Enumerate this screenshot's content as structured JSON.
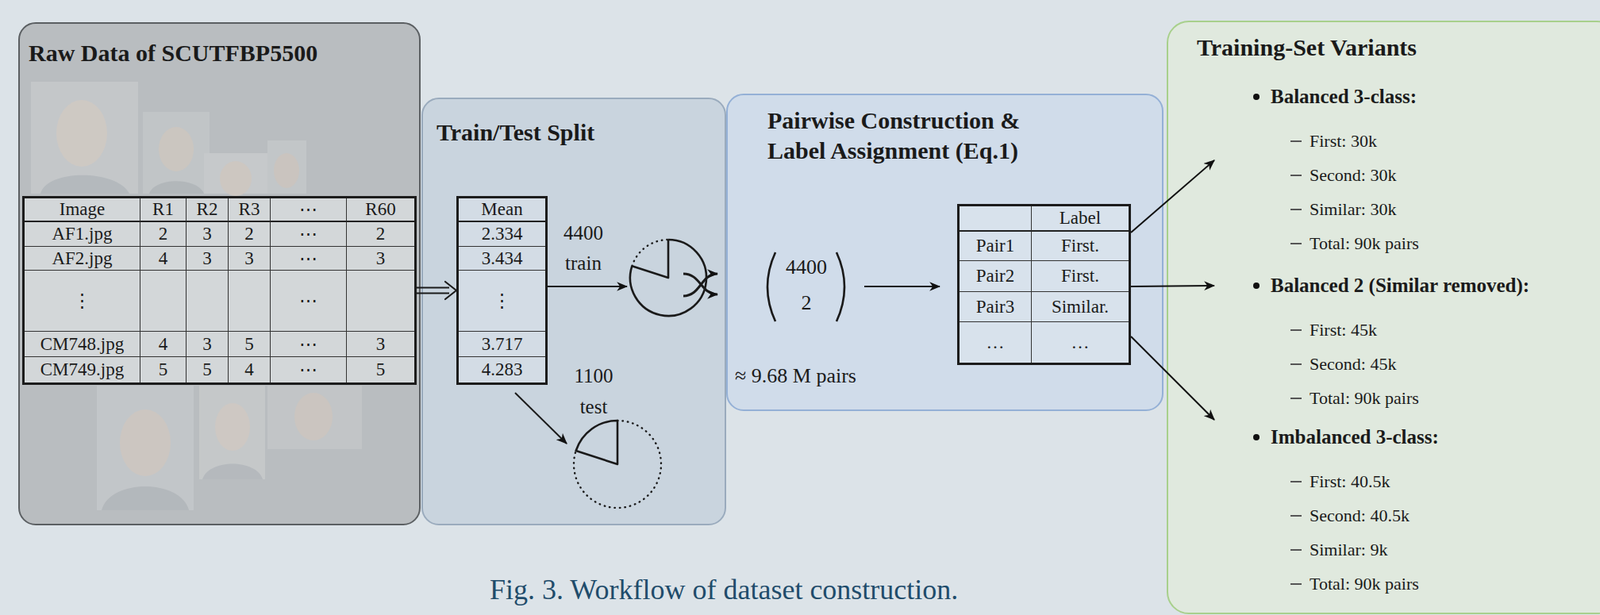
{
  "diagram": {
    "caption": "Fig. 3. Workflow of dataset construction.",
    "nodes": [
      {
        "text": [
          "Raw Data of SCUTFBP5500"
        ]
      },
      {
        "text": [
          "Image",
          "R1",
          "R2",
          "R3",
          "⋯",
          "R60",
          "AF1.jpg",
          "2",
          "3",
          "2",
          "⋯",
          "2",
          "AF2.jpg",
          "4",
          "3",
          "3",
          "⋯",
          "3",
          "⋮",
          "⋯",
          "CM748.jpg",
          "4",
          "3",
          "5",
          "⋯",
          "3",
          "CM749.jpg",
          "5",
          "5",
          "4",
          "⋯",
          "5"
        ],
        "in": 0
      },
      {
        "text": [
          "Train/Test Split"
        ]
      },
      {
        "text": [
          "Mean",
          "2.334",
          "3.434",
          "⋮",
          "3.717",
          "4.283"
        ],
        "in": 2
      },
      {
        "text": [
          "Pairwise Construction & Label Assignment (Eq.1)"
        ]
      },
      {
        "text": [
          "Label",
          "Pair1",
          "First.",
          "Pair2",
          "First.",
          "Pair3",
          "Similar.",
          "…",
          "…"
        ],
        "in": 4
      },
      {
        "text": [
          "Training-Set Variants"
        ]
      },
      {
        "text": [
          "Balanced 3-class:",
          "First: 30k",
          "Second: 30k",
          "Similar: 30k",
          "Total: 90k pairs"
        ],
        "in": 6
      },
      {
        "text": [
          "Balanced 2 (Similar removed):",
          "First: 45k",
          "Second: 45k",
          "Total: 90k pairs"
        ],
        "in": 6
      },
      {
        "text": [
          "Imbalanced 3-class:",
          "First: 40.5k",
          "Second: 40.5k",
          "Similar: 9k",
          "Total: 90k pairs"
        ],
        "in": 6
      }
    ],
    "edges": [
      {
        "from": 1,
        "to": 3,
        "arrow": "to"
      },
      {
        "from": 5,
        "to": 7,
        "arrow": "to"
      },
      {
        "from": 5,
        "to": 8,
        "arrow": "to"
      },
      {
        "from": 5,
        "to": 9,
        "arrow": "to"
      }
    ],
    "labels": [
      "4400 train",
      "1100 test",
      "4400",
      "2",
      "≈ 9.68 M pairs"
    ]
  }
}
